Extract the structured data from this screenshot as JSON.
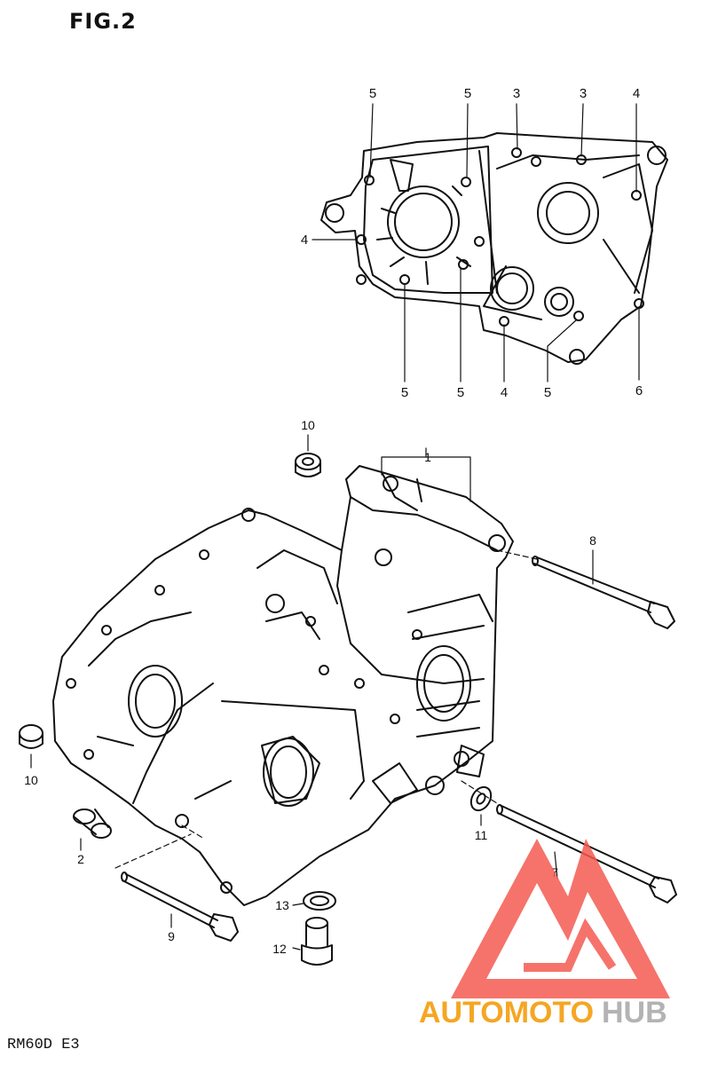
{
  "figure_title": "FIG.2",
  "model_code": "RM60D E3",
  "watermark": {
    "brand": "AUTOMOTOHUB",
    "part_a": "AUTOMOTO",
    "part_b": "HUB",
    "color_a": "#f5a623",
    "color_b": "#b3b3b3",
    "logo_color": "#f45b52"
  },
  "upper_callouts": [
    "5",
    "5",
    "3",
    "3",
    "4",
    "4",
    "5",
    "5",
    "4",
    "5",
    "6"
  ],
  "lower_callouts": [
    "10",
    "1",
    "8",
    "10",
    "2",
    "11",
    "7",
    "9",
    "13",
    "12"
  ]
}
